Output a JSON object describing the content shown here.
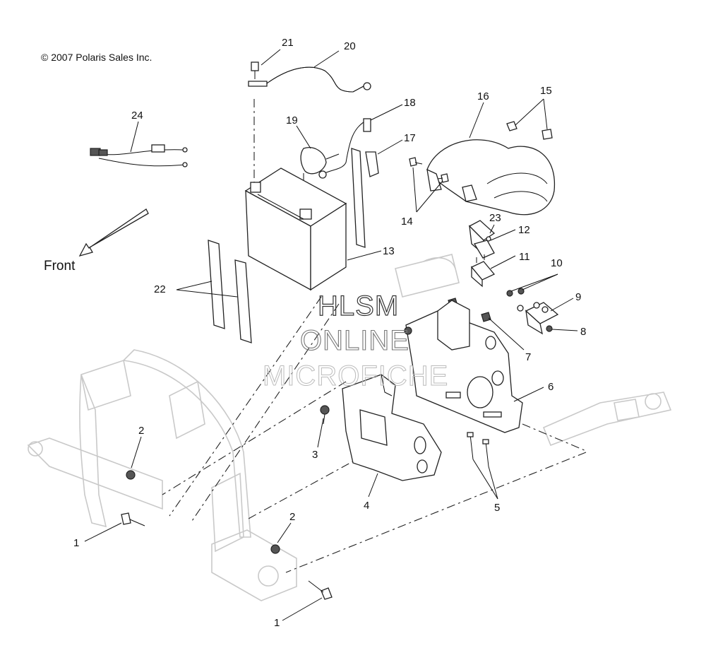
{
  "copyright": "© 2007 Polaris Sales Inc.",
  "front_label": "Front",
  "watermark": {
    "line1": "HLSM",
    "line2": "ONLINE",
    "line3": "MICROFICHE"
  },
  "callouts": {
    "c1a": "1",
    "c1b": "1",
    "c2a": "2",
    "c2b": "2",
    "c3": "3",
    "c4": "4",
    "c5": "5",
    "c6": "6",
    "c7": "7",
    "c8": "8",
    "c9": "9",
    "c10": "10",
    "c11": "11",
    "c12": "12",
    "c13": "13",
    "c14": "14",
    "c15": "15",
    "c16": "16",
    "c17": "17",
    "c18": "18",
    "c19": "19",
    "c20": "20",
    "c21": "21",
    "c22": "22",
    "c23": "23",
    "c24": "24"
  },
  "colors": {
    "line": "#222222",
    "frame_ghost": "#c9c9c9",
    "watermark": "#9a9a9a"
  }
}
